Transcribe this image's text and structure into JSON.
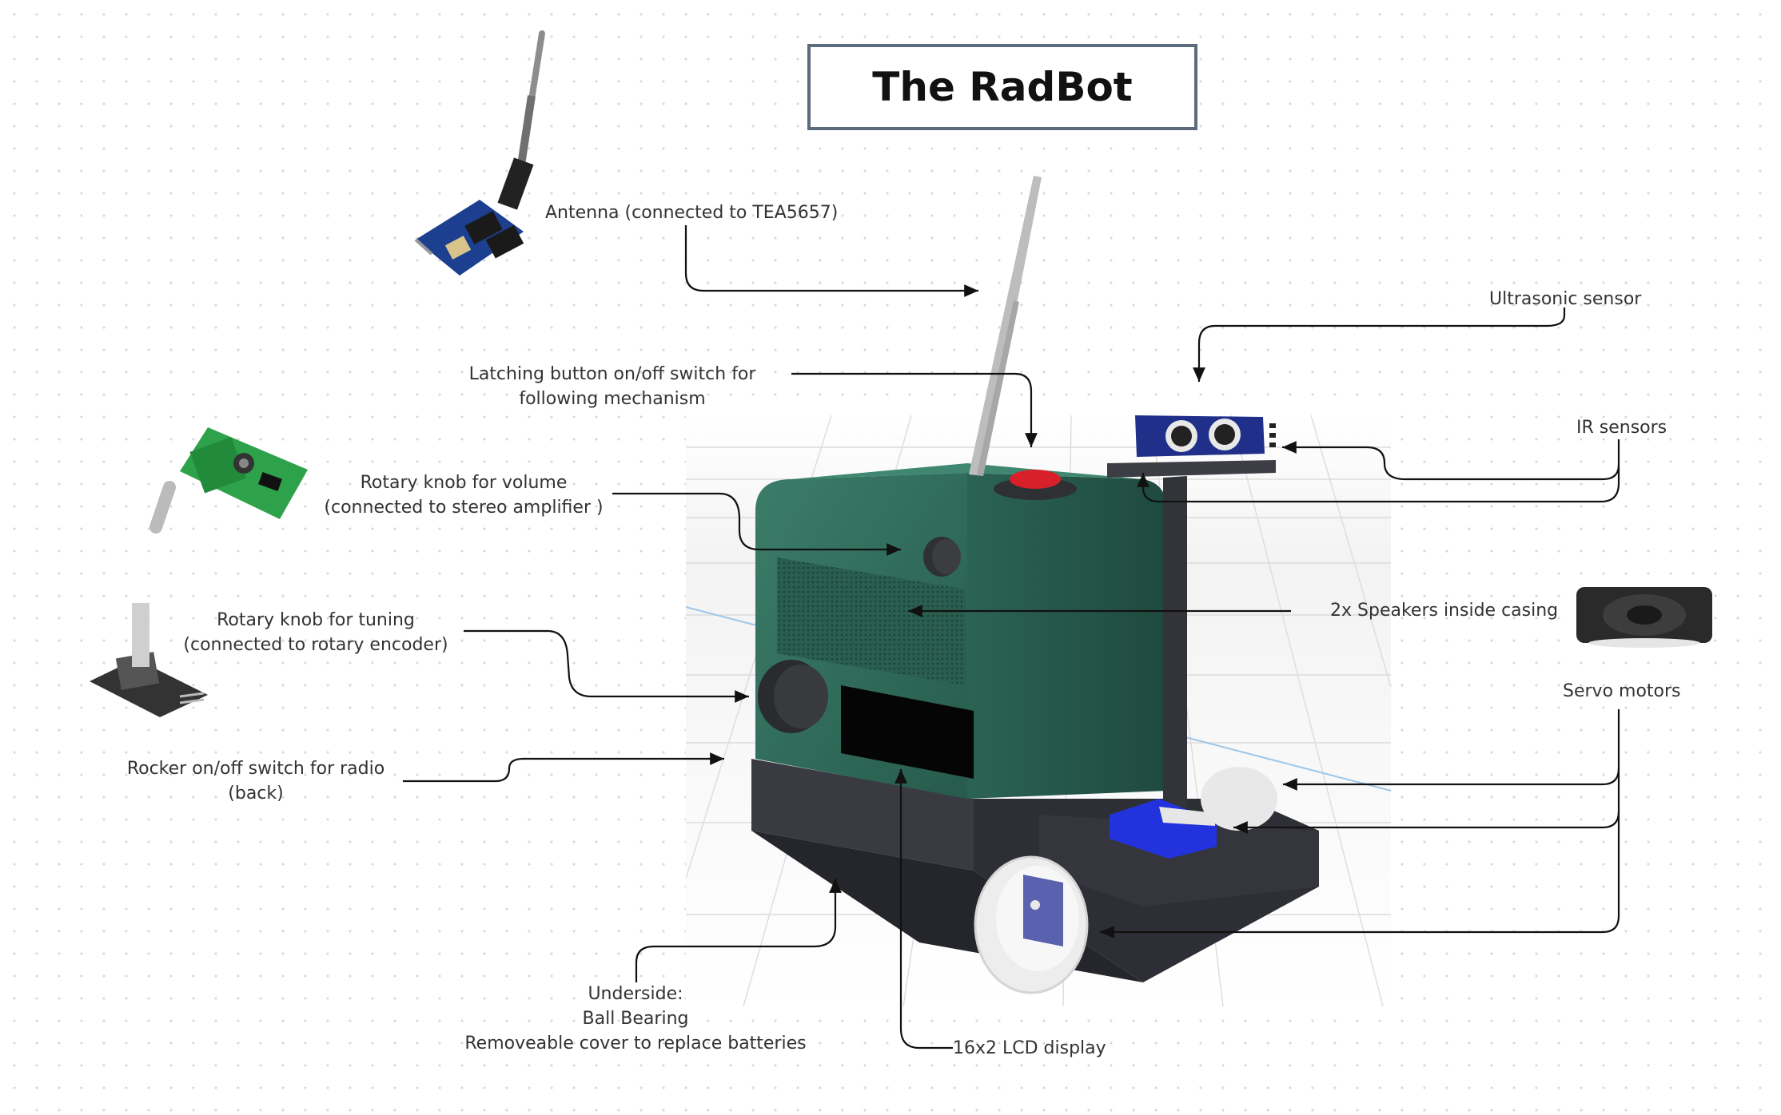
{
  "title": "The RadBot",
  "labels": {
    "antenna": "Antenna (connected to TEA5657)",
    "latching": [
      "Latching button on/off switch for",
      "following mechanism"
    ],
    "volume": [
      "Rotary knob for volume",
      "(connected to stereo amplifier )"
    ],
    "tuning": [
      "Rotary knob for tuning",
      "(connected to rotary encoder)"
    ],
    "rocker": [
      "Rocker on/off switch for radio",
      "(back)"
    ],
    "underside": [
      "Underside:",
      "Ball Bearing",
      "Removeable cover to replace batteries"
    ],
    "lcd": "16x2 LCD display",
    "speakers": "2x Speakers inside casing",
    "servo": "Servo motors",
    "ultrasonic": "Ultrasonic sensor",
    "ir": "IR sensors"
  },
  "colors": {
    "casing": "#2f6b5a",
    "base": "#2e2f36",
    "button": "#d8202a",
    "sensor": "#1f2f8a",
    "servo": "#2233dd",
    "title_border": "#5b6b7b"
  },
  "icons": [
    "fm-radio-module-icon",
    "amplifier-board-icon",
    "rotary-encoder-icon",
    "speaker-icon"
  ]
}
